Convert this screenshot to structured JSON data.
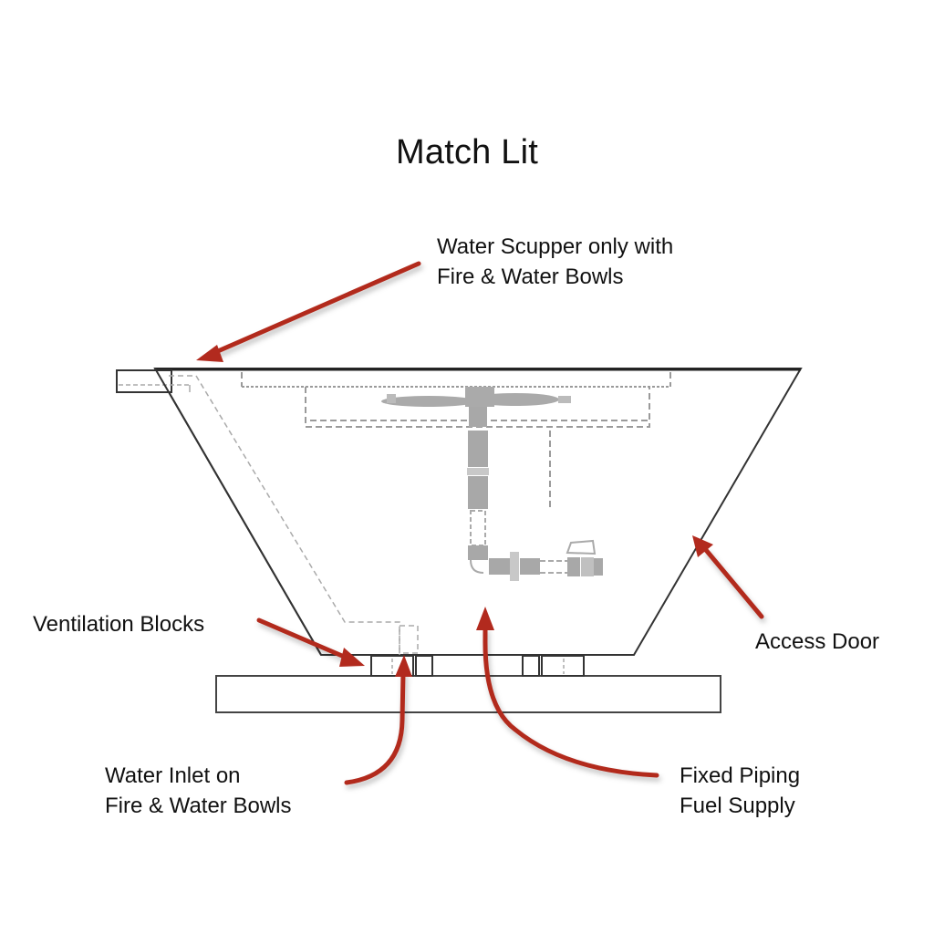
{
  "title": "Match Lit",
  "colors": {
    "arrow": "#b22a1e",
    "outline": "#333333",
    "hidden_lines": "#9a9a9a",
    "components": "#a8a8a8"
  },
  "callouts": {
    "water_scupper": {
      "line1": "Water Scupper only with",
      "line2": "Fire & Water Bowls"
    },
    "ventilation_blocks": {
      "line1": "Ventilation Blocks"
    },
    "access_door": {
      "line1": "Access Door"
    },
    "water_inlet": {
      "line1": "Water Inlet on",
      "line2": "Fire & Water Bowls"
    },
    "fuel_supply": {
      "line1": "Fixed Piping",
      "line2": "Fuel Supply"
    }
  }
}
